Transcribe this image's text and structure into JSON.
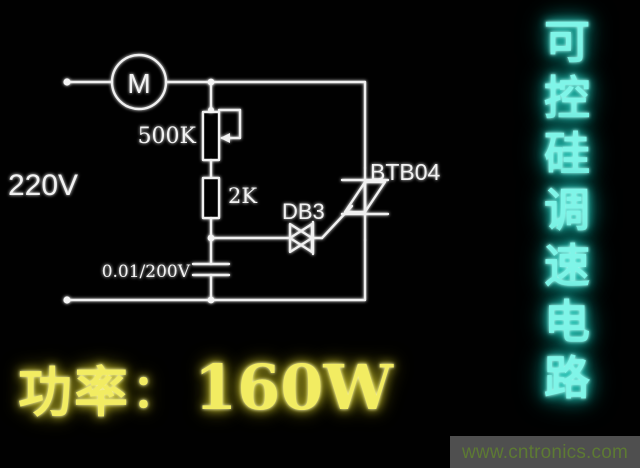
{
  "image": {
    "background_color": "#000000",
    "wire_color": "#f2f2f2",
    "title_color": "#7ff5e8",
    "power_color": "#f2ec62"
  },
  "vertical_title": {
    "full_text": "可控硅调速电路",
    "characters": [
      "可",
      "控",
      "硅",
      "调",
      "速",
      "电",
      "路"
    ]
  },
  "power_caption": {
    "label_cn": "功率",
    "colon": "：",
    "value": "160W"
  },
  "watermark": {
    "text": "www.cntronics.com"
  },
  "schematic": {
    "source_label": "220V",
    "components": [
      {
        "id": "motor",
        "symbol": "motor",
        "label": "M",
        "name": "motor-symbol"
      },
      {
        "id": "pot",
        "symbol": "potentiometer",
        "label": "500K",
        "name": "potentiometer-500k"
      },
      {
        "id": "r2k",
        "symbol": "resistor",
        "label": "2K",
        "name": "resistor-2k"
      },
      {
        "id": "cap",
        "symbol": "capacitor",
        "label": "0.01/200V",
        "name": "capacitor-0-01-200v"
      },
      {
        "id": "diac",
        "symbol": "diac",
        "label": "DB3",
        "name": "diac-db3"
      },
      {
        "id": "triac",
        "symbol": "triac",
        "label": "BTB04",
        "name": "triac-btb04"
      }
    ],
    "labels": {
      "motor": "M",
      "pot": "500K",
      "resistor": "2K",
      "capacitor": "0.01/200V",
      "diac": "DB3",
      "triac": "BTB04",
      "source": "220V"
    }
  }
}
